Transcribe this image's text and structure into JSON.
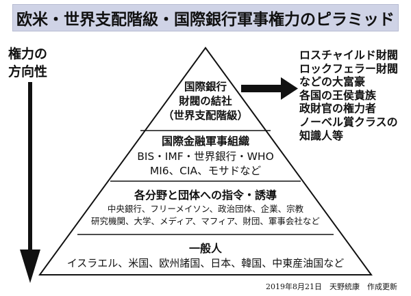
{
  "title": "欧米・世界支配階級・国際銀行軍事権力のピラミッド",
  "power_direction_label": [
    "権力の",
    "方向性"
  ],
  "apex": [
    "国際銀行",
    "財閥の結社",
    "（世界支配階級）"
  ],
  "apex_members": [
    "ロスチャイルド財閥",
    "ロックフェラー財閥",
    "などの大富豪",
    "各国の王侯貴族",
    "政財官の権力者",
    "ノーベル賞クラスの",
    "知識人等"
  ],
  "tier2": {
    "title": "国際金融軍事組織",
    "items": [
      "BIS・IMF・世界銀行・WHO",
      "MI6、CIA、モサドなど"
    ]
  },
  "tier3": {
    "title": "各分野と団体への指令・誘導",
    "items": [
      "中央銀行、フリーメイソン、政治団体、企業、宗教",
      "研究機関、大学、メディア、マフィア、財団、軍事会社など"
    ]
  },
  "tier4": {
    "title": "一般人",
    "items": [
      "イスラエル、米国、欧州諸国、日本、韓国、中東産油国など"
    ]
  },
  "footer": "2019年8月21日　天野統康　作成更新",
  "colors": {
    "title_bar_bg": "#cfd3e6",
    "ink": "#111111",
    "background": "#ffffff"
  }
}
